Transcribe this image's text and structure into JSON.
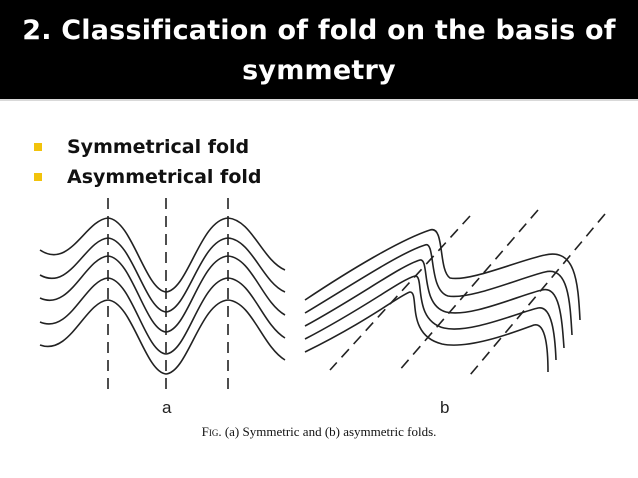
{
  "slide": {
    "title_line1": "2. Classification of fold on the basis of",
    "title_line2": "symmetry"
  },
  "bullets": [
    {
      "text": "Symmetrical fold"
    },
    {
      "text": "Asymmetrical fold"
    }
  ],
  "figure": {
    "label_a": "a",
    "label_b": "b",
    "caption_prefix": "Fig.",
    "caption_text": "(a) Symmetric and (b) asymmetric folds."
  },
  "colors": {
    "title_bg": "#000000",
    "title_text": "#ffffff",
    "bullet_marker": "#f2c30b"
  }
}
